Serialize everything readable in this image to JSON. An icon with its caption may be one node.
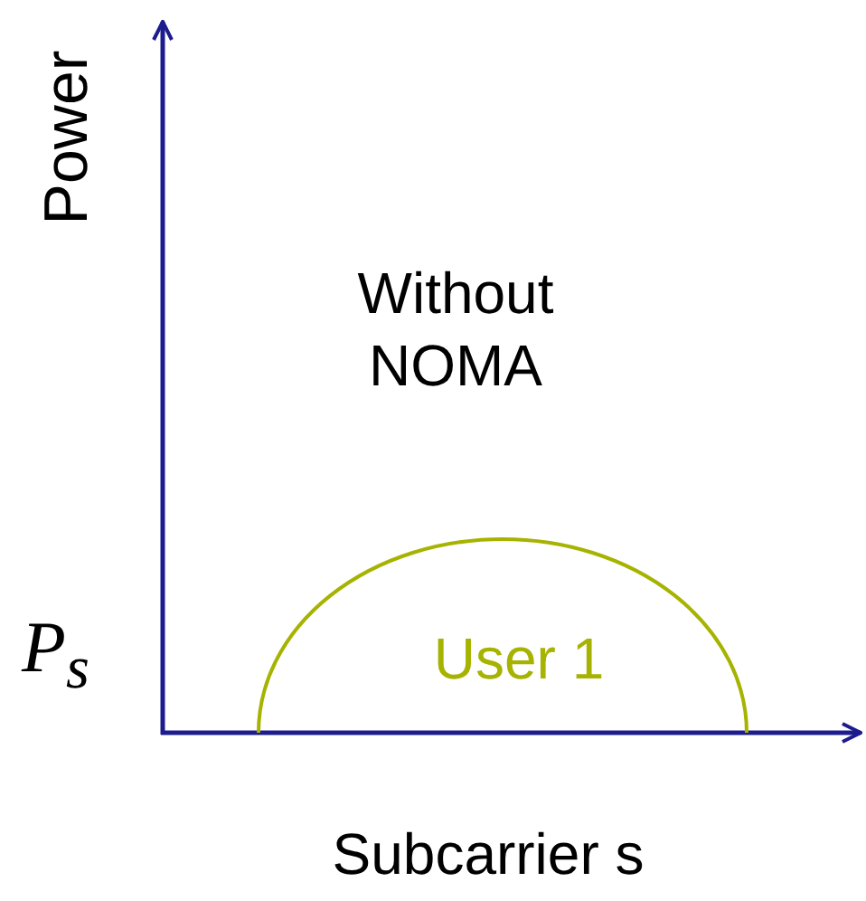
{
  "diagram": {
    "nodes": [
      {
        "text": [
          "User 1"
        ]
      }
    ],
    "edges": [],
    "labels": [
      "Power",
      "Without NOMA",
      "P$_{s}$",
      "Subcarrier s"
    ]
  }
}
